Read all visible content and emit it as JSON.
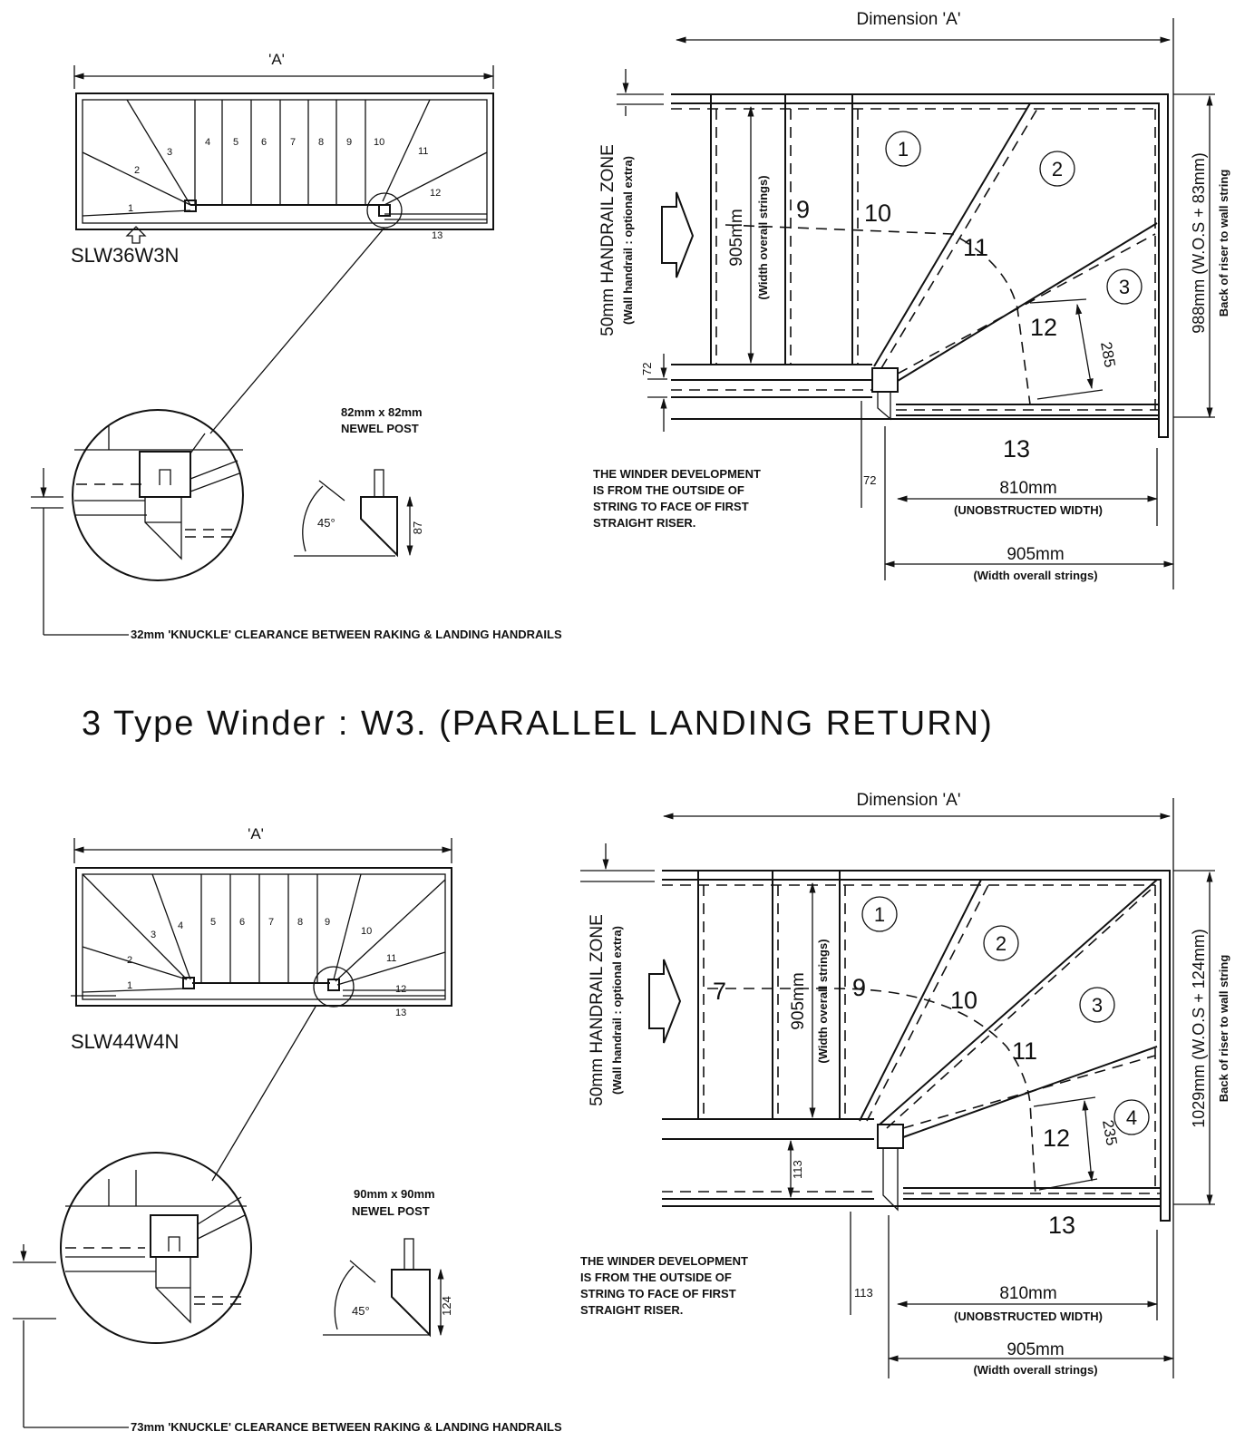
{
  "title": "3 Type Winder :  W3.  (PARALLEL LANDING RETURN)",
  "top": {
    "model_code": "SLW36W3N",
    "dim_a_label": "'A'",
    "plan_step_numbers": [
      "1",
      "2",
      "3",
      "4",
      "5",
      "6",
      "7",
      "8",
      "9",
      "10",
      "11",
      "12",
      "13"
    ],
    "newel_label_line1": "82mm x 82mm",
    "newel_label_line2": "NEWEL POST",
    "angle_label": "45°",
    "newel_height": "87",
    "knuckle_note": "32mm 'KNUCKLE' CLEARANCE BETWEEN RAKING & LANDING HANDRAILS",
    "dimension_a": "Dimension 'A'",
    "handrail_zone": "50mm HANDRAIL ZONE",
    "handrail_zone_sub": "(Wall handrail : optional extra)",
    "width_905": "905mm",
    "width_905_sub": "(Width overall strings)",
    "overall_988": "988mm (W.O.S + 83mm)",
    "back_of_riser": "Back of riser to wall string",
    "winder_circles": [
      "1",
      "2",
      "3"
    ],
    "treads": [
      "9",
      "10",
      "11",
      "12",
      "13"
    ],
    "dim_285": "285",
    "dim_72a": "72",
    "dim_72b": "72",
    "unobstructed": "810mm",
    "unobstructed_sub": "(UNOBSTRUCTED WIDTH)",
    "wos": "905mm",
    "wos_sub": "(Width overall strings)",
    "note_lines": [
      "THE WINDER DEVELOPMENT",
      "IS FROM THE OUTSIDE OF",
      "STRING TO FACE OF FIRST",
      "STRAIGHT RISER."
    ]
  },
  "bottom": {
    "model_code": "SLW44W4N",
    "dim_a_label": "'A'",
    "plan_step_numbers": [
      "1",
      "2",
      "3",
      "4",
      "5",
      "6",
      "7",
      "8",
      "9",
      "10",
      "11",
      "12",
      "13"
    ],
    "newel_label_line1": "90mm x 90mm",
    "newel_label_line2": "NEWEL POST",
    "angle_label": "45°",
    "newel_height": "124",
    "knuckle_note": "73mm 'KNUCKLE' CLEARANCE BETWEEN RAKING & LANDING HANDRAILS",
    "dimension_a": "Dimension 'A'",
    "handrail_zone": "50mm HANDRAIL ZONE",
    "handrail_zone_sub": "(Wall handrail : optional extra)",
    "width_905": "905mm",
    "width_905_sub": "(Width overall strings)",
    "overall_1029": "1029mm (W.O.S + 124mm)",
    "back_of_riser": "Back of riser to wall string",
    "winder_circles": [
      "1",
      "2",
      "3",
      "4"
    ],
    "treads": [
      "7",
      "9",
      "10",
      "11",
      "12",
      "13"
    ],
    "dim_235": "235",
    "dim_113a": "113",
    "dim_113b": "113",
    "unobstructed": "810mm",
    "unobstructed_sub": "(UNOBSTRUCTED WIDTH)",
    "wos": "905mm",
    "wos_sub": "(Width overall strings)",
    "note_lines": [
      "THE WINDER DEVELOPMENT",
      "IS FROM THE OUTSIDE OF",
      "STRING TO FACE OF FIRST",
      "STRAIGHT RISER."
    ]
  }
}
